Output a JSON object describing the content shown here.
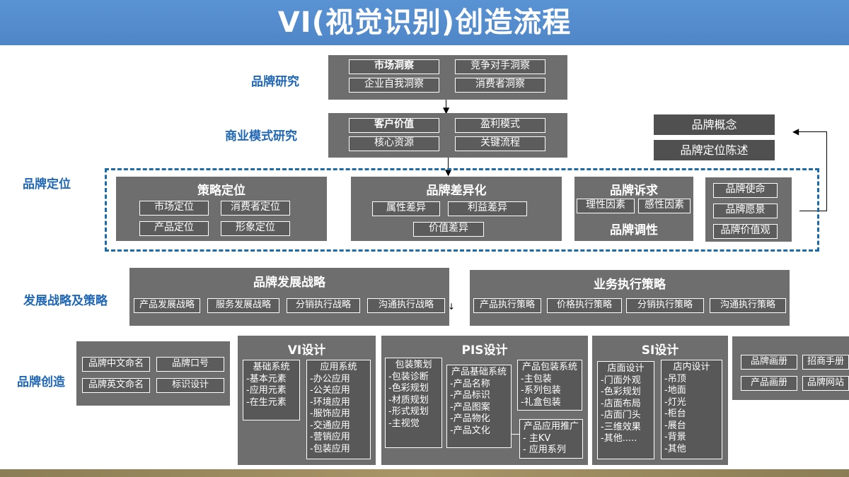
{
  "title": "VI(视觉识别)创造流程",
  "rows": {
    "research": "品牌研究",
    "model": "商业模式研究",
    "position": "品牌定位",
    "strategy": "发展战略及策略",
    "create": "品牌创造"
  },
  "research": {
    "items": [
      "市场洞察",
      "竞争对手洞察",
      "企业自我洞察",
      "消费者洞察"
    ]
  },
  "model": {
    "items": [
      "客户价值",
      "盈利模式",
      "核心资源",
      "关键流程"
    ]
  },
  "concept": {
    "items": [
      "品牌概念",
      "品牌定位陈述"
    ]
  },
  "positioning": {
    "strategy": {
      "title": "策略定位",
      "items": [
        "市场定位",
        "消费者定位",
        "产品定位",
        "形象定位"
      ]
    },
    "differentiation": {
      "title": "品牌差异化",
      "items": [
        "属性差异",
        "利益差异",
        "价值差异"
      ]
    },
    "appeal": {
      "title": "品牌诉求",
      "items": [
        "理性因素",
        "感性因素"
      ],
      "tone": "品牌调性"
    },
    "mission": {
      "items": [
        "品牌使命",
        "品牌愿景",
        "品牌价值观"
      ]
    }
  },
  "development": {
    "title": "品牌发展战略",
    "items": [
      "产品发展战略",
      "服务发展战略",
      "分销执行战略",
      "沟通执行战略"
    ]
  },
  "execution": {
    "title": "业务执行策略",
    "items": [
      "产品执行策略",
      "价格执行策略",
      "分销执行策略",
      "沟通执行策略"
    ]
  },
  "naming": {
    "items": [
      "品牌中文命名",
      "品牌口号",
      "品牌英文命名",
      "标识设计"
    ]
  },
  "vi": {
    "title": "VI设计",
    "basic": [
      "基础系统",
      "-基本元素",
      "-应用元素",
      "-在生元素"
    ],
    "app": [
      "应用系统",
      "-办公应用",
      "-公关应用",
      "-环境应用",
      "-服饰应用",
      "-交通应用",
      "-营销应用",
      "-包装应用"
    ]
  },
  "pis": {
    "title": "PIS设计",
    "pack": [
      "包装策划",
      "-包装诊断",
      "-色彩规划",
      "-材质规划",
      "-形式规划",
      "-主视觉"
    ],
    "product": [
      "产品基础系统",
      "-产品名称",
      "-产品标识",
      "-产品图案",
      "-产品物化",
      "-产品文化"
    ],
    "system": [
      "产品包装系统",
      "-主包装",
      "-系列包装",
      "-礼盒包装"
    ],
    "promo": [
      "产品应用推广",
      "-  主KV",
      "-  应用系列"
    ]
  },
  "si": {
    "title": "SI设计",
    "store": [
      "店面设计",
      "-门面外观",
      "-色彩规划",
      "-店面布局",
      "-店面门头",
      "-三维效果",
      "-其他....."
    ],
    "interior": [
      "店内设计",
      "-吊顶",
      "-地面",
      "-灯光",
      "-柜台",
      "-展台",
      "-背景",
      "-其他"
    ]
  },
  "brochure": {
    "items": [
      "品牌画册",
      "招商手册",
      "产品画册",
      "品牌网站"
    ]
  },
  "colors": {
    "banner": "#4f86c8",
    "label": "#1f67b4",
    "panel": "#6e6e6e",
    "dash": "#1c6aa6"
  }
}
